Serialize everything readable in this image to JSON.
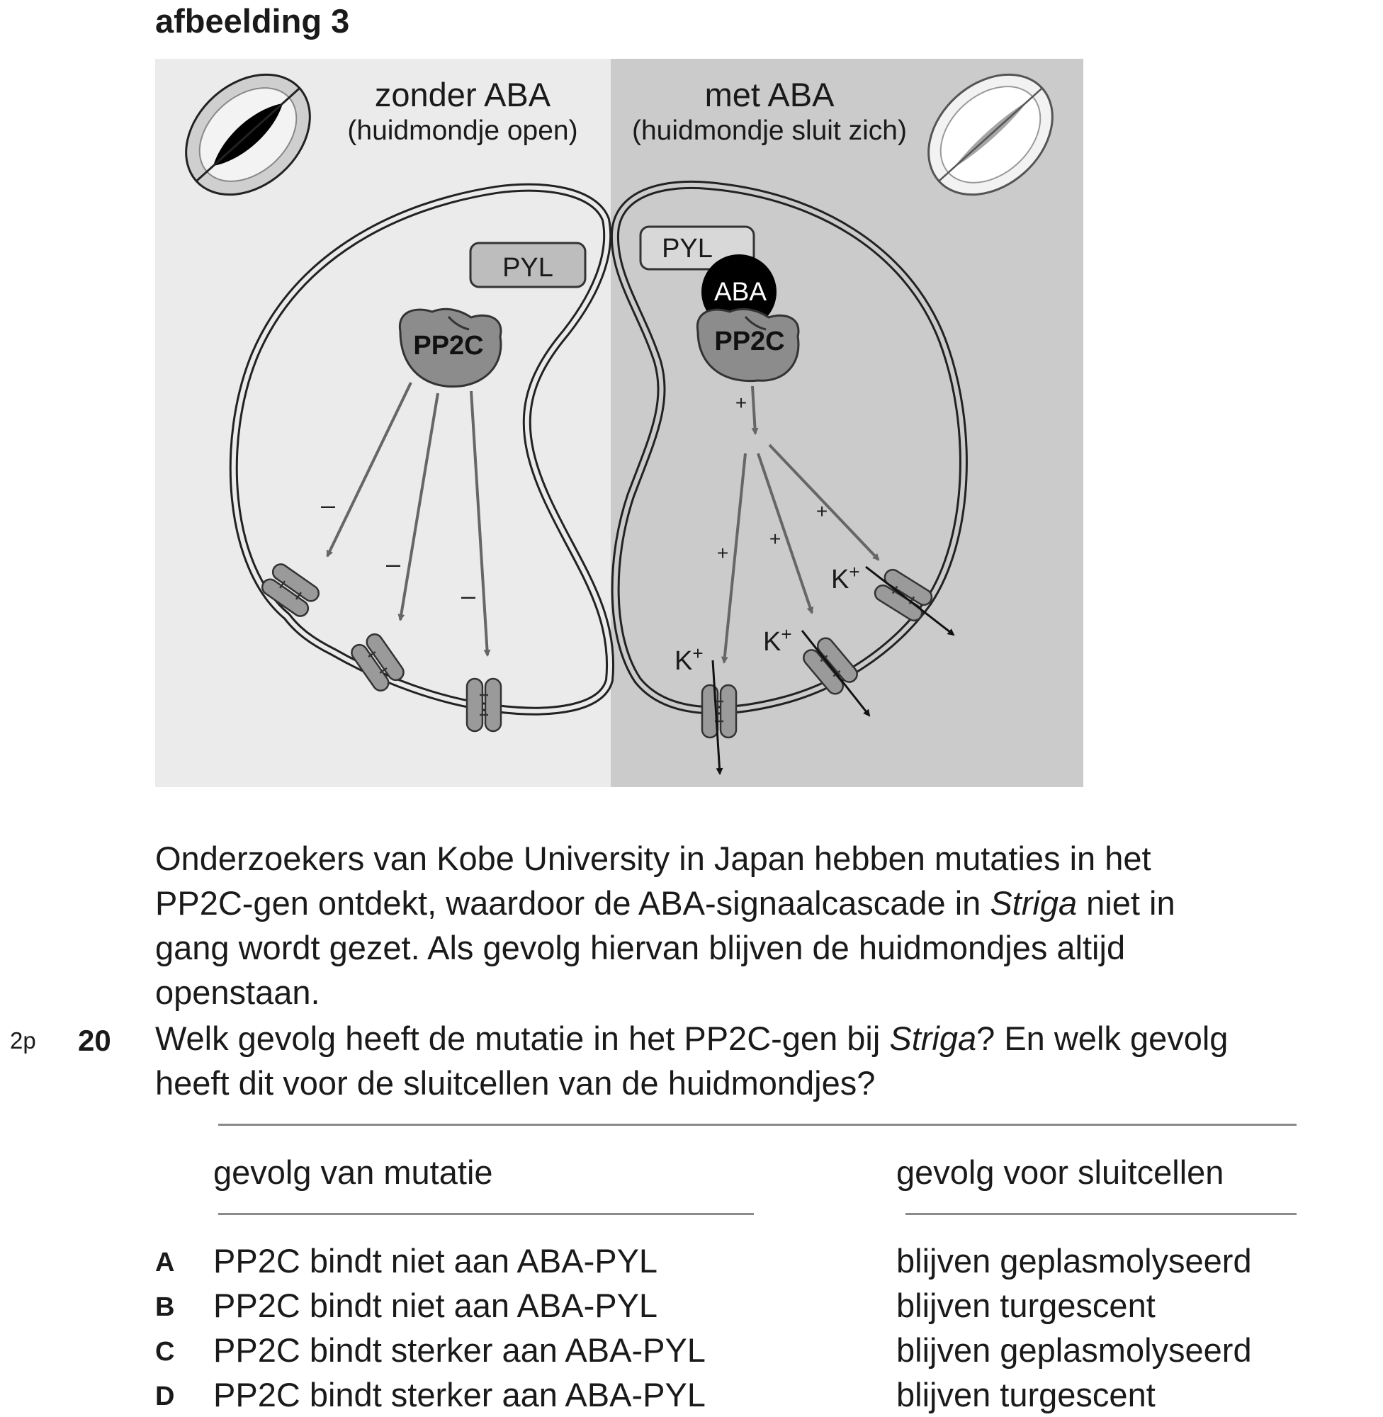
{
  "figure": {
    "heading": "afbeelding 3",
    "left_title": "zonder ABA",
    "left_subtitle": "(huidmondje open)",
    "right_title": "met ABA",
    "right_subtitle": "(huidmondje sluit zich)",
    "pyl_label": "PYL",
    "pp2c_label": "PP2C",
    "aba_label": "ABA",
    "k_ion_label": "K",
    "k_ion_charge": "+",
    "inhibit_sign": "–",
    "activate_sign": "+",
    "colors": {
      "left_panel_bg": "#ebebeb",
      "right_panel_bg": "#cbcbcb",
      "protein_fill": "#8c8c8c",
      "channel_fill": "#9a9a9a",
      "arrow_color": "#666666",
      "aba_fill": "#000000"
    }
  },
  "paragraph": {
    "line1": "Onderzoekers van Kobe University in Japan hebben mutaties in het",
    "line2_pre": "PP2C-gen ontdekt, waardoor de ABA-signaalcascade in ",
    "line2_italic": "Striga",
    "line2_post": " niet in",
    "line3": "gang wordt gezet. Als gevolg hiervan blijven de huidmondjes altijd",
    "line4": "openstaan."
  },
  "question": {
    "points": "2p",
    "number": "20",
    "line1_pre": "Welk gevolg heeft de mutatie in het PP2C-gen bij ",
    "line1_italic": "Striga",
    "line1_post": "? En welk gevolg",
    "line2": "heeft dit voor de sluitcellen van de huidmondjes?",
    "col1_header": "gevolg van mutatie",
    "col2_header": "gevolg voor sluitcellen",
    "options": [
      {
        "letter": "A",
        "effect": "PP2C bindt niet aan ABA-PYL",
        "result": "blijven geplasmolyseerd"
      },
      {
        "letter": "B",
        "effect": "PP2C bindt niet aan ABA-PYL",
        "result": "blijven turgescent"
      },
      {
        "letter": "C",
        "effect": "PP2C bindt sterker aan ABA-PYL",
        "result": "blijven geplasmolyseerd"
      },
      {
        "letter": "D",
        "effect": "PP2C bindt sterker aan ABA-PYL",
        "result": "blijven turgescent"
      }
    ]
  }
}
